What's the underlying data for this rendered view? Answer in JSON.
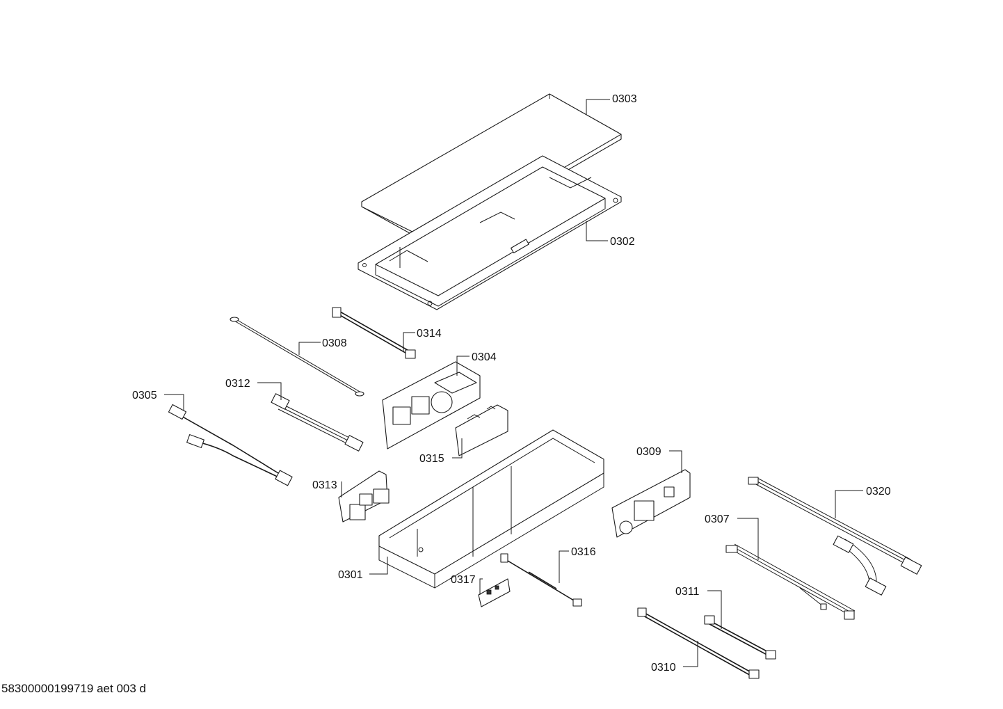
{
  "document_id": "58300000199719 aet 003 d",
  "parts": [
    {
      "id": "p0303",
      "label": "0303"
    },
    {
      "id": "p0302",
      "label": "0302"
    },
    {
      "id": "p0314",
      "label": "0314"
    },
    {
      "id": "p0308",
      "label": "0308"
    },
    {
      "id": "p0304",
      "label": "0304"
    },
    {
      "id": "p0312",
      "label": "0312"
    },
    {
      "id": "p0305",
      "label": "0305"
    },
    {
      "id": "p0315",
      "label": "0315"
    },
    {
      "id": "p0309",
      "label": "0309"
    },
    {
      "id": "p0313",
      "label": "0313"
    },
    {
      "id": "p0320",
      "label": "0320"
    },
    {
      "id": "p0307",
      "label": "0307"
    },
    {
      "id": "p0316",
      "label": "0316"
    },
    {
      "id": "p0301",
      "label": "0301"
    },
    {
      "id": "p0317",
      "label": "0317"
    },
    {
      "id": "p0311",
      "label": "0311"
    },
    {
      "id": "p0310",
      "label": "0310"
    }
  ]
}
